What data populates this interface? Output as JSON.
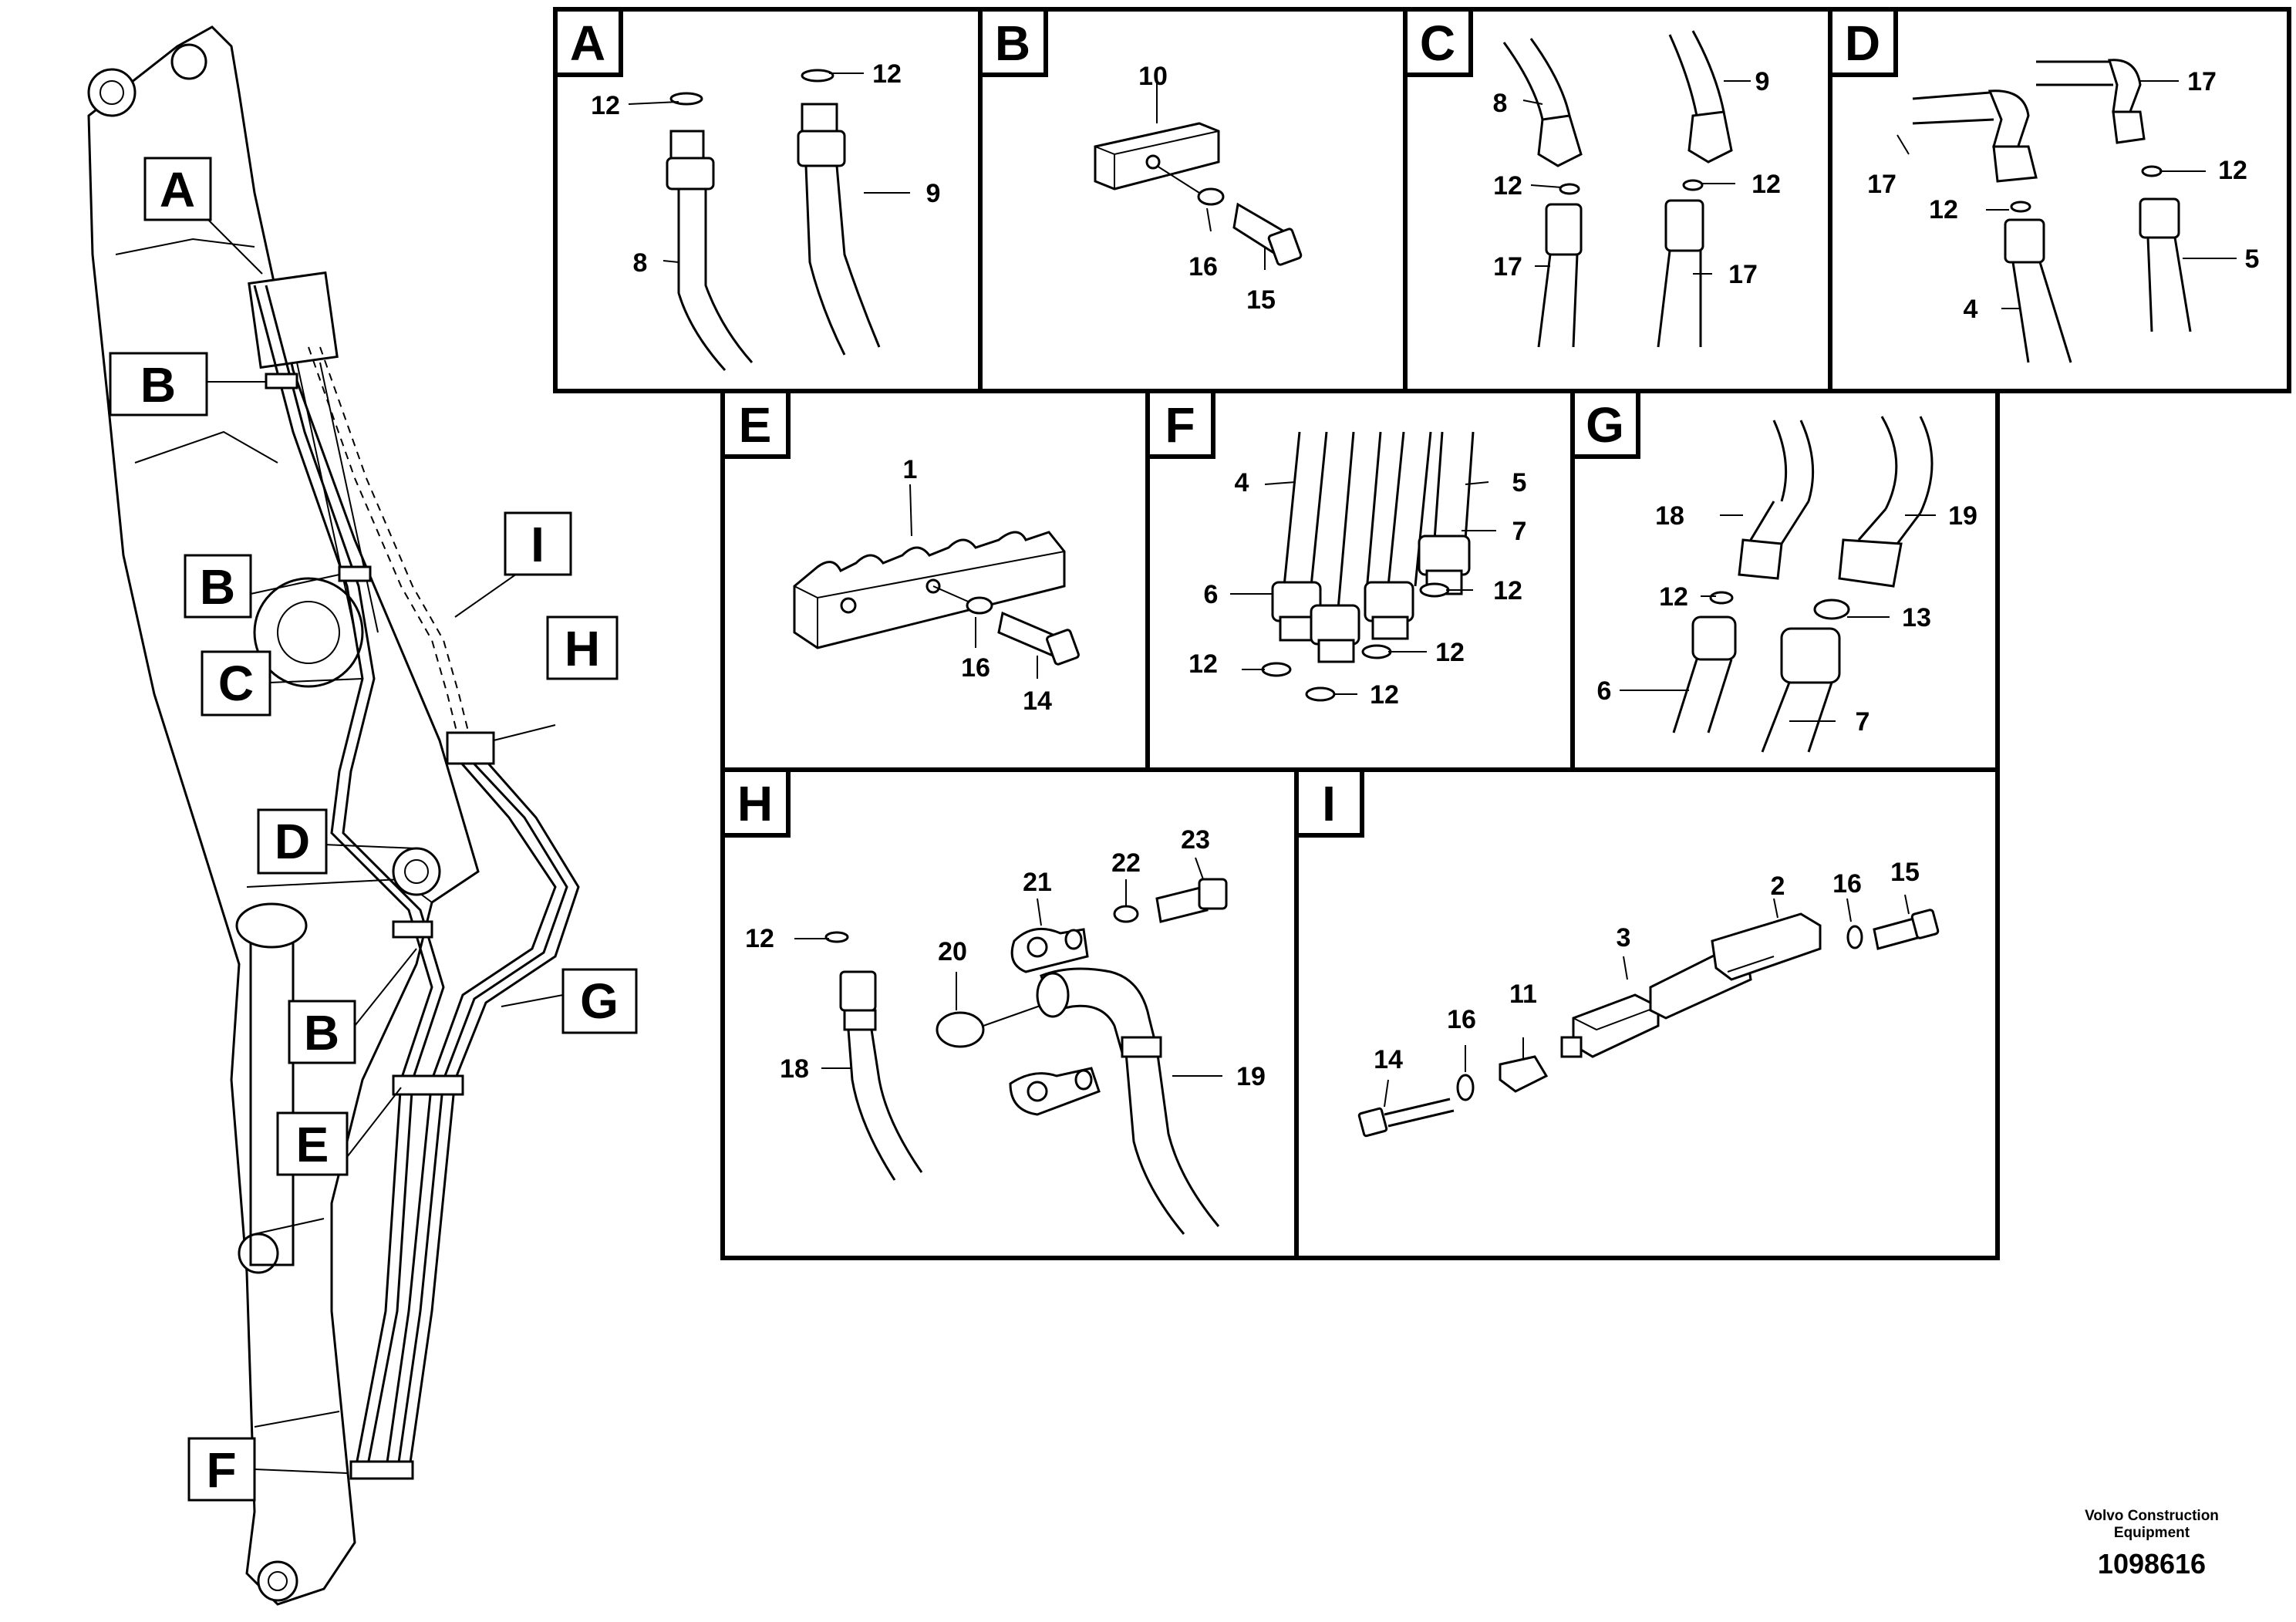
{
  "callouts": {
    "A": "A",
    "B1": "B",
    "B2": "B",
    "B3": "B",
    "C": "C",
    "D": "D",
    "E": "E",
    "F": "F",
    "G": "G",
    "H": "H",
    "I": "I"
  },
  "panels": {
    "A": {
      "title": "A",
      "labels": {
        "a12a": "12",
        "a12b": "12",
        "a8": "8",
        "a9": "9"
      }
    },
    "B": {
      "title": "B",
      "labels": {
        "b10": "10",
        "b16": "16",
        "b15": "15"
      }
    },
    "C": {
      "title": "C",
      "labels": {
        "c8": "8",
        "c9": "9",
        "c12a": "12",
        "c12b": "12",
        "c17a": "17",
        "c17b": "17"
      }
    },
    "D": {
      "title": "D",
      "labels": {
        "d17a": "17",
        "d17b": "17",
        "d12a": "12",
        "d12b": "12",
        "d5": "5",
        "d4": "4"
      }
    },
    "E": {
      "title": "E",
      "labels": {
        "e1": "1",
        "e16": "16",
        "e14": "14"
      }
    },
    "F": {
      "title": "F",
      "labels": {
        "f4": "4",
        "f5": "5",
        "f7": "7",
        "f6": "6",
        "f12a": "12",
        "f12b": "12",
        "f12c": "12",
        "f12d": "12"
      }
    },
    "G": {
      "title": "G",
      "labels": {
        "g18": "18",
        "g19": "19",
        "g12": "12",
        "g13": "13",
        "g6": "6",
        "g7": "7"
      }
    },
    "H": {
      "title": "H",
      "labels": {
        "h21": "21",
        "h22": "22",
        "h23": "23",
        "h12": "12",
        "h20": "20",
        "h18": "18",
        "h19": "19"
      }
    },
    "I": {
      "title": "I",
      "labels": {
        "i2": "2",
        "i16a": "16",
        "i15": "15",
        "i3": "3",
        "i16b": "16",
        "i11": "11",
        "i14": "14"
      }
    }
  },
  "footer": {
    "company_line1": "Volvo Construction",
    "company_line2": "Equipment",
    "drawing_number": "1098616"
  }
}
